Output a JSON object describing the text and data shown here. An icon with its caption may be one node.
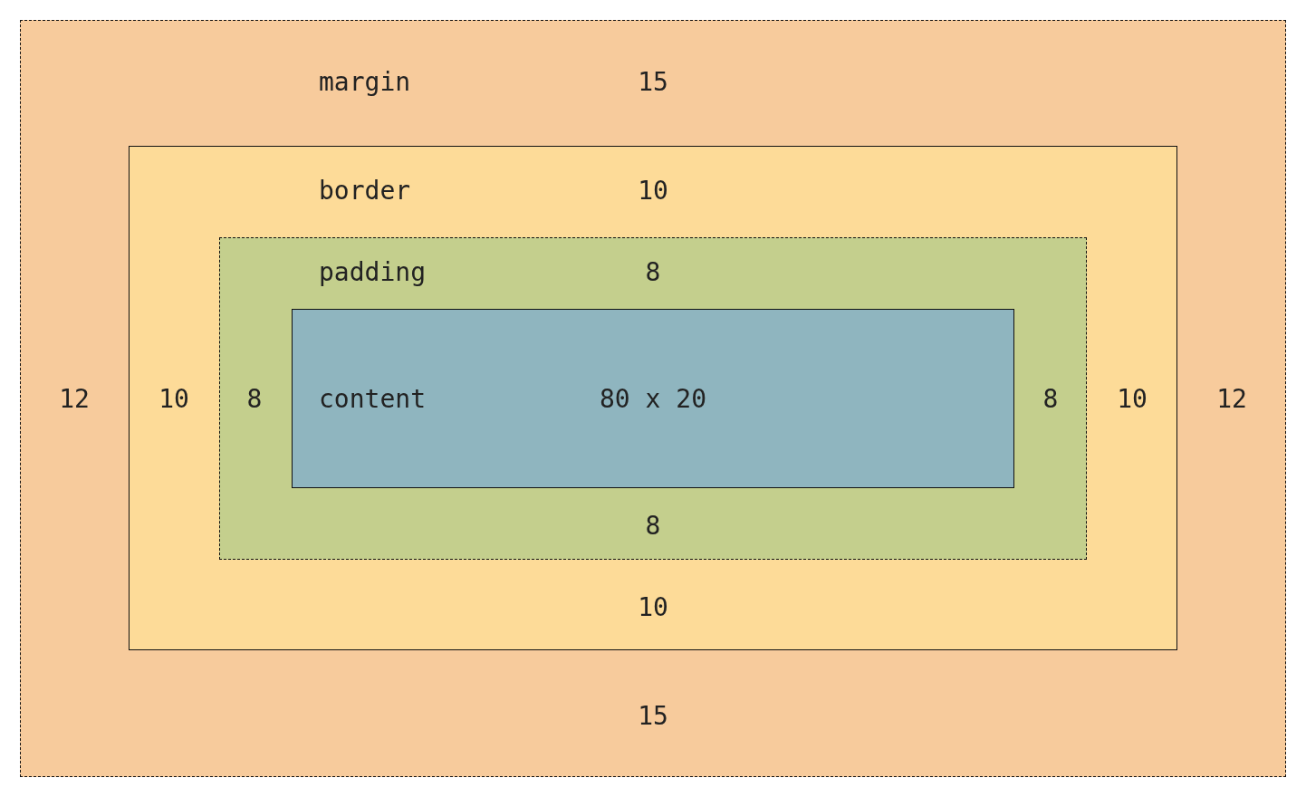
{
  "diagram": {
    "nodes": [
      {
        "text": [
          "margin",
          "15",
          "12",
          "12",
          "15"
        ]
      },
      {
        "text": [
          "border",
          "10",
          "10",
          "10",
          "10"
        ],
        "in": 0
      },
      {
        "text": [
          "padding",
          "8",
          "8",
          "8",
          "8"
        ],
        "in": 1
      },
      {
        "text": [
          "content",
          "80 x 20"
        ],
        "in": 2
      }
    ]
  }
}
